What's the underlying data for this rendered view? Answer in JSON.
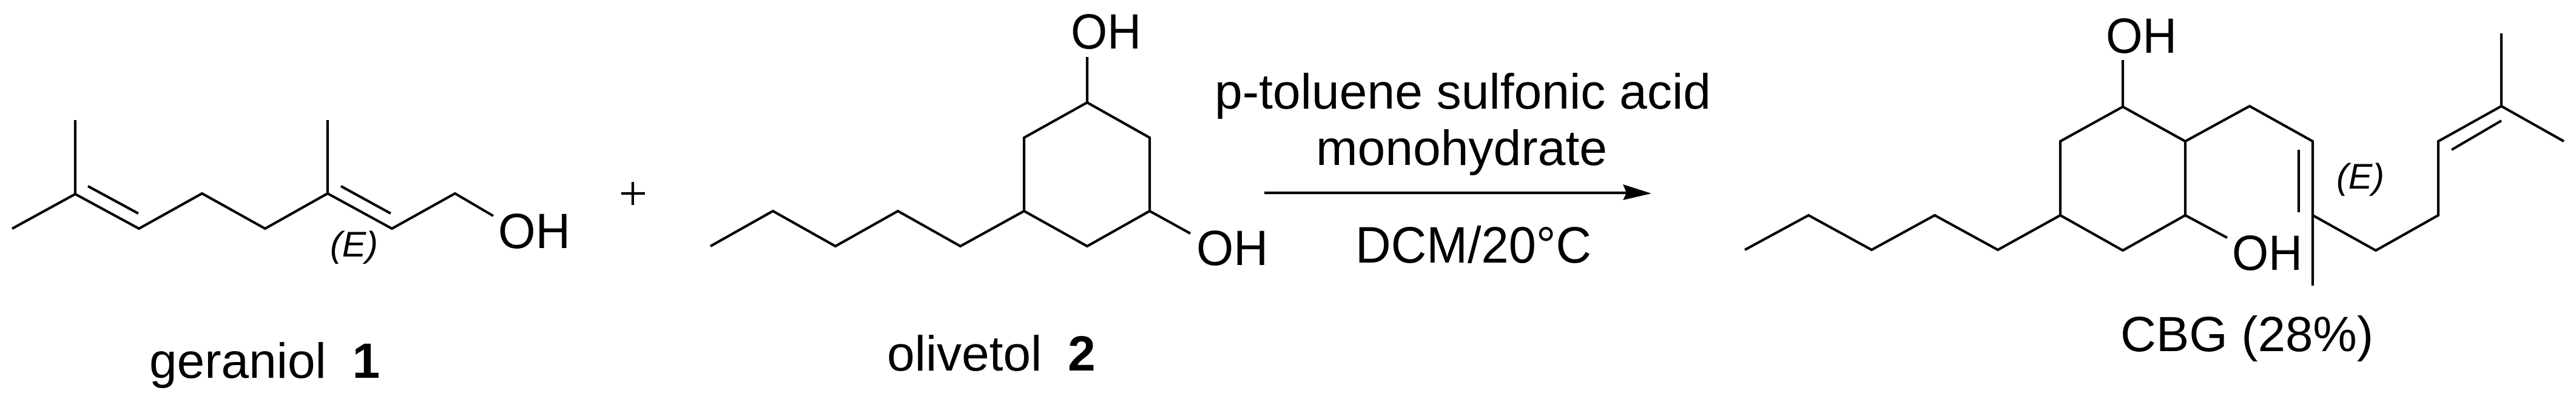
{
  "scheme": {
    "reactants": [
      {
        "name": "geraniol",
        "number": "1",
        "atom_labels": {
          "hydroxyl": "OH"
        },
        "stereo_label": "(E)",
        "stereo_descriptor": "E"
      },
      {
        "name": "olivetol",
        "number": "2",
        "atom_labels": {
          "hydroxyl_top": "OH",
          "hydroxyl_bottom": "OH"
        }
      }
    ],
    "plus_sign": "+",
    "arrow": {
      "conditions_above": [
        "p-toluene sulfonic acid",
        "monohydrate"
      ],
      "conditions_below": [
        "DCM/20°C"
      ]
    },
    "product": {
      "name": "CBG",
      "yield": "(28%)",
      "label": "CBG (28%)",
      "atom_labels": {
        "hydroxyl_top": "OH",
        "hydroxyl_bottom": "OH"
      },
      "stereo_label": "(E)"
    }
  },
  "colors": {
    "ink": "#000000",
    "background": "#ffffff"
  }
}
